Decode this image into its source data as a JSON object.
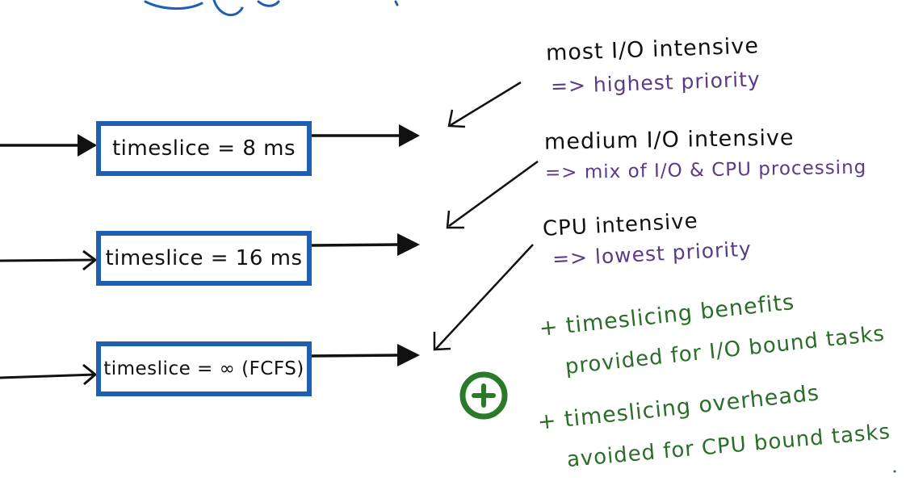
{
  "queues": [
    {
      "label": "timeslice = 8 ms"
    },
    {
      "label": "timeslice = 16 ms"
    },
    {
      "label": "timeslice = ∞ (FCFS)"
    }
  ],
  "annotations": [
    {
      "title": "most I/O intensive",
      "detail": "=> highest priority"
    },
    {
      "title": "medium I/O intensive",
      "detail": "=> mix of I/O & CPU processing"
    },
    {
      "title": "CPU intensive",
      "detail": "=> lowest priority"
    }
  ],
  "benefits": {
    "line1a": "+ timeslicing benefits",
    "line1b": "provided for I/O bound tasks",
    "line2a": "+ timeslicing overheads",
    "line2b": "avoided for CPU bound tasks"
  },
  "colors": {
    "box_border": "#1d5fb0",
    "ink_black": "#111111",
    "ink_purple": "#5b3a86",
    "ink_green": "#2a6e2a",
    "header_blue": "#1d5fb0"
  },
  "icons": {
    "plus": "plus-circle-icon"
  }
}
